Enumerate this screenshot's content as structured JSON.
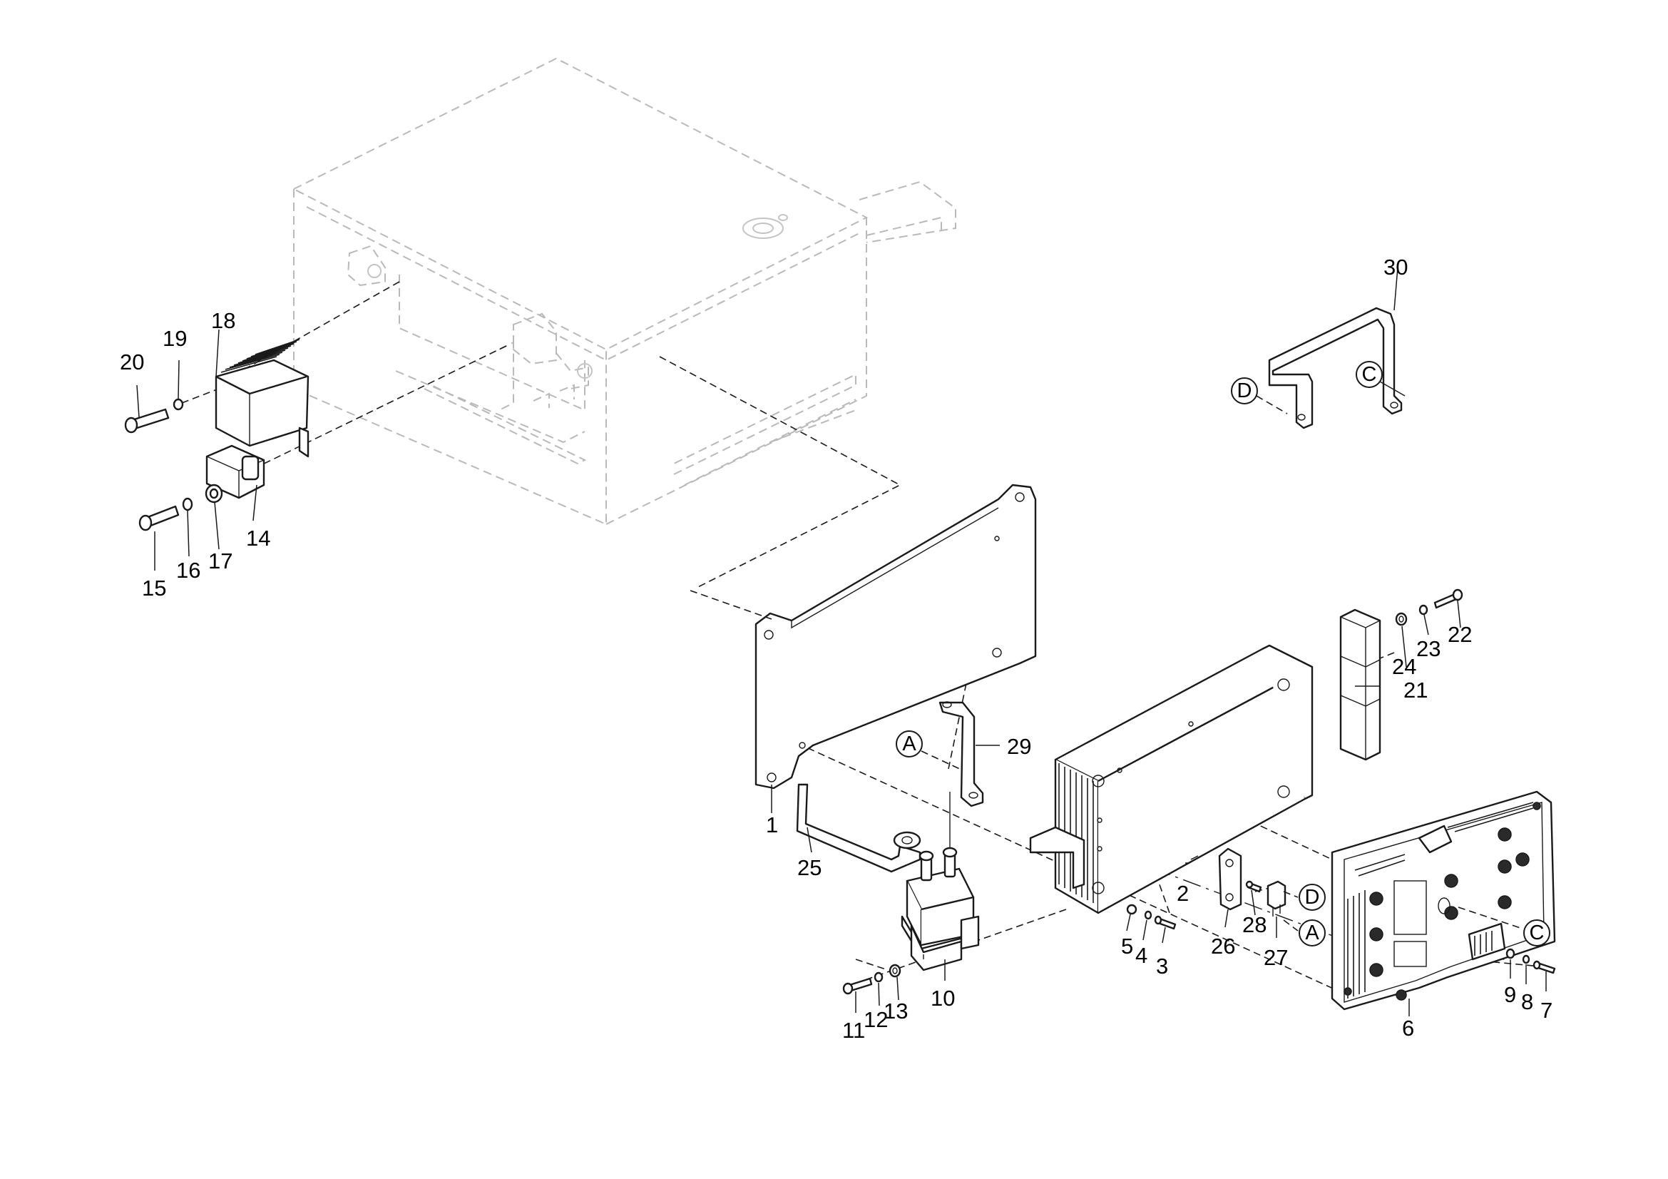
{
  "callouts": {
    "c1": "1",
    "c2": "2",
    "c3": "3",
    "c4": "4",
    "c5": "5",
    "c6": "6",
    "c7": "7",
    "c8": "8",
    "c9": "9",
    "c10": "10",
    "c11": "11",
    "c12": "12",
    "c13": "13",
    "c14": "14",
    "c15": "15",
    "c16": "16",
    "c17": "17",
    "c18": "18",
    "c19": "19",
    "c20": "20",
    "c21": "21",
    "c22": "22",
    "c23": "23",
    "c24": "24",
    "c25": "25",
    "c26": "26",
    "c27": "27",
    "c28": "28",
    "c29": "29",
    "c30": "30"
  },
  "references": {
    "a_cable": "A",
    "a_bracket": "A",
    "c_bracket": "C",
    "c_controller": "C",
    "d_bracket": "D",
    "d_cable": "D"
  },
  "colors": {
    "line": "#1a1a1a",
    "ghost_housing": "#b9b9b9",
    "background": "#ffffff"
  }
}
